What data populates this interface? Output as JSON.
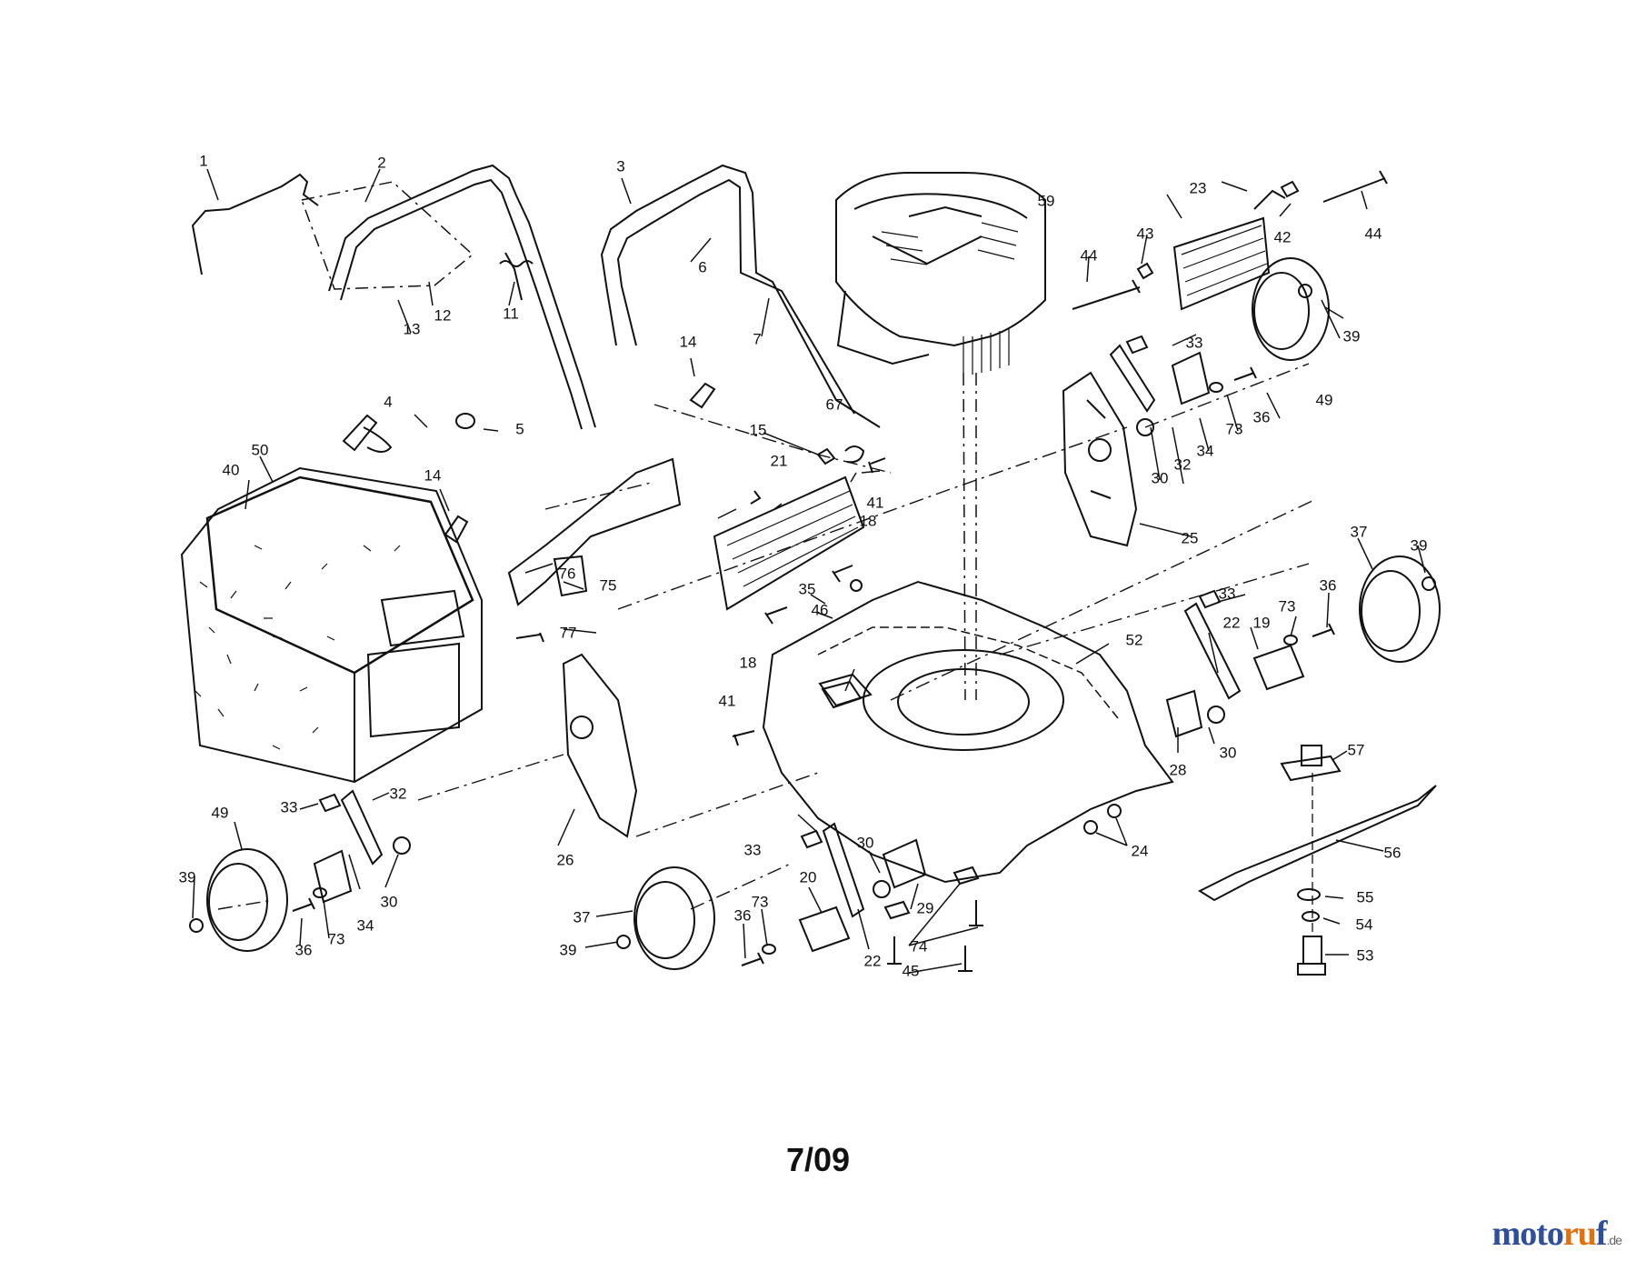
{
  "diagram": {
    "callouts": [
      {
        "id": "c1",
        "text": "1"
      },
      {
        "id": "c2",
        "text": "2"
      },
      {
        "id": "c3",
        "text": "3"
      },
      {
        "id": "c4",
        "text": "4"
      },
      {
        "id": "c5",
        "text": "5"
      },
      {
        "id": "c6",
        "text": "6"
      },
      {
        "id": "c7",
        "text": "7"
      },
      {
        "id": "c11",
        "text": "11"
      },
      {
        "id": "c12",
        "text": "12"
      },
      {
        "id": "c13",
        "text": "13"
      },
      {
        "id": "c14a",
        "text": "14"
      },
      {
        "id": "c14b",
        "text": "14"
      },
      {
        "id": "c15",
        "text": "15"
      },
      {
        "id": "c18a",
        "text": "18"
      },
      {
        "id": "c18b",
        "text": "18"
      },
      {
        "id": "c19",
        "text": "19"
      },
      {
        "id": "c20",
        "text": "20"
      },
      {
        "id": "c21",
        "text": "21"
      },
      {
        "id": "c22a",
        "text": "22"
      },
      {
        "id": "c22b",
        "text": "22"
      },
      {
        "id": "c23",
        "text": "23"
      },
      {
        "id": "c24",
        "text": "24"
      },
      {
        "id": "c25",
        "text": "25"
      },
      {
        "id": "c26",
        "text": "26"
      },
      {
        "id": "c28",
        "text": "28"
      },
      {
        "id": "c29",
        "text": "29"
      },
      {
        "id": "c30a",
        "text": "30"
      },
      {
        "id": "c30b",
        "text": "30"
      },
      {
        "id": "c30c",
        "text": "30"
      },
      {
        "id": "c30d",
        "text": "30"
      },
      {
        "id": "c32a",
        "text": "32"
      },
      {
        "id": "c32b",
        "text": "32"
      },
      {
        "id": "c33a",
        "text": "33"
      },
      {
        "id": "c33b",
        "text": "33"
      },
      {
        "id": "c33c",
        "text": "33"
      },
      {
        "id": "c33d",
        "text": "33"
      },
      {
        "id": "c34a",
        "text": "34"
      },
      {
        "id": "c34b",
        "text": "34"
      },
      {
        "id": "c35",
        "text": "35"
      },
      {
        "id": "c36a",
        "text": "36"
      },
      {
        "id": "c36b",
        "text": "36"
      },
      {
        "id": "c36c",
        "text": "36"
      },
      {
        "id": "c36d",
        "text": "36"
      },
      {
        "id": "c37a",
        "text": "37"
      },
      {
        "id": "c37b",
        "text": "37"
      },
      {
        "id": "c39a",
        "text": "39"
      },
      {
        "id": "c39b",
        "text": "39"
      },
      {
        "id": "c39c",
        "text": "39"
      },
      {
        "id": "c39d",
        "text": "39"
      },
      {
        "id": "c40",
        "text": "40"
      },
      {
        "id": "c41a",
        "text": "41"
      },
      {
        "id": "c41b",
        "text": "41"
      },
      {
        "id": "c42",
        "text": "42"
      },
      {
        "id": "c43",
        "text": "43"
      },
      {
        "id": "c44a",
        "text": "44"
      },
      {
        "id": "c44b",
        "text": "44"
      },
      {
        "id": "c45",
        "text": "45"
      },
      {
        "id": "c46",
        "text": "46"
      },
      {
        "id": "c49a",
        "text": "49"
      },
      {
        "id": "c49b",
        "text": "49"
      },
      {
        "id": "c50",
        "text": "50"
      },
      {
        "id": "c52",
        "text": "52"
      },
      {
        "id": "c53",
        "text": "53"
      },
      {
        "id": "c54",
        "text": "54"
      },
      {
        "id": "c55",
        "text": "55"
      },
      {
        "id": "c56",
        "text": "56"
      },
      {
        "id": "c57",
        "text": "57"
      },
      {
        "id": "c59",
        "text": "59"
      },
      {
        "id": "c67",
        "text": "67"
      },
      {
        "id": "c73a",
        "text": "73"
      },
      {
        "id": "c73b",
        "text": "73"
      },
      {
        "id": "c73c",
        "text": "73"
      },
      {
        "id": "c73d",
        "text": "73"
      },
      {
        "id": "c74",
        "text": "74"
      },
      {
        "id": "c75",
        "text": "75"
      },
      {
        "id": "c76",
        "text": "76"
      },
      {
        "id": "c77",
        "text": "77"
      }
    ]
  },
  "footer": {
    "code": "7/09"
  },
  "watermark": {
    "part1": "moto",
    "part2": "ru",
    "part3": "f",
    "tld": ".de"
  }
}
